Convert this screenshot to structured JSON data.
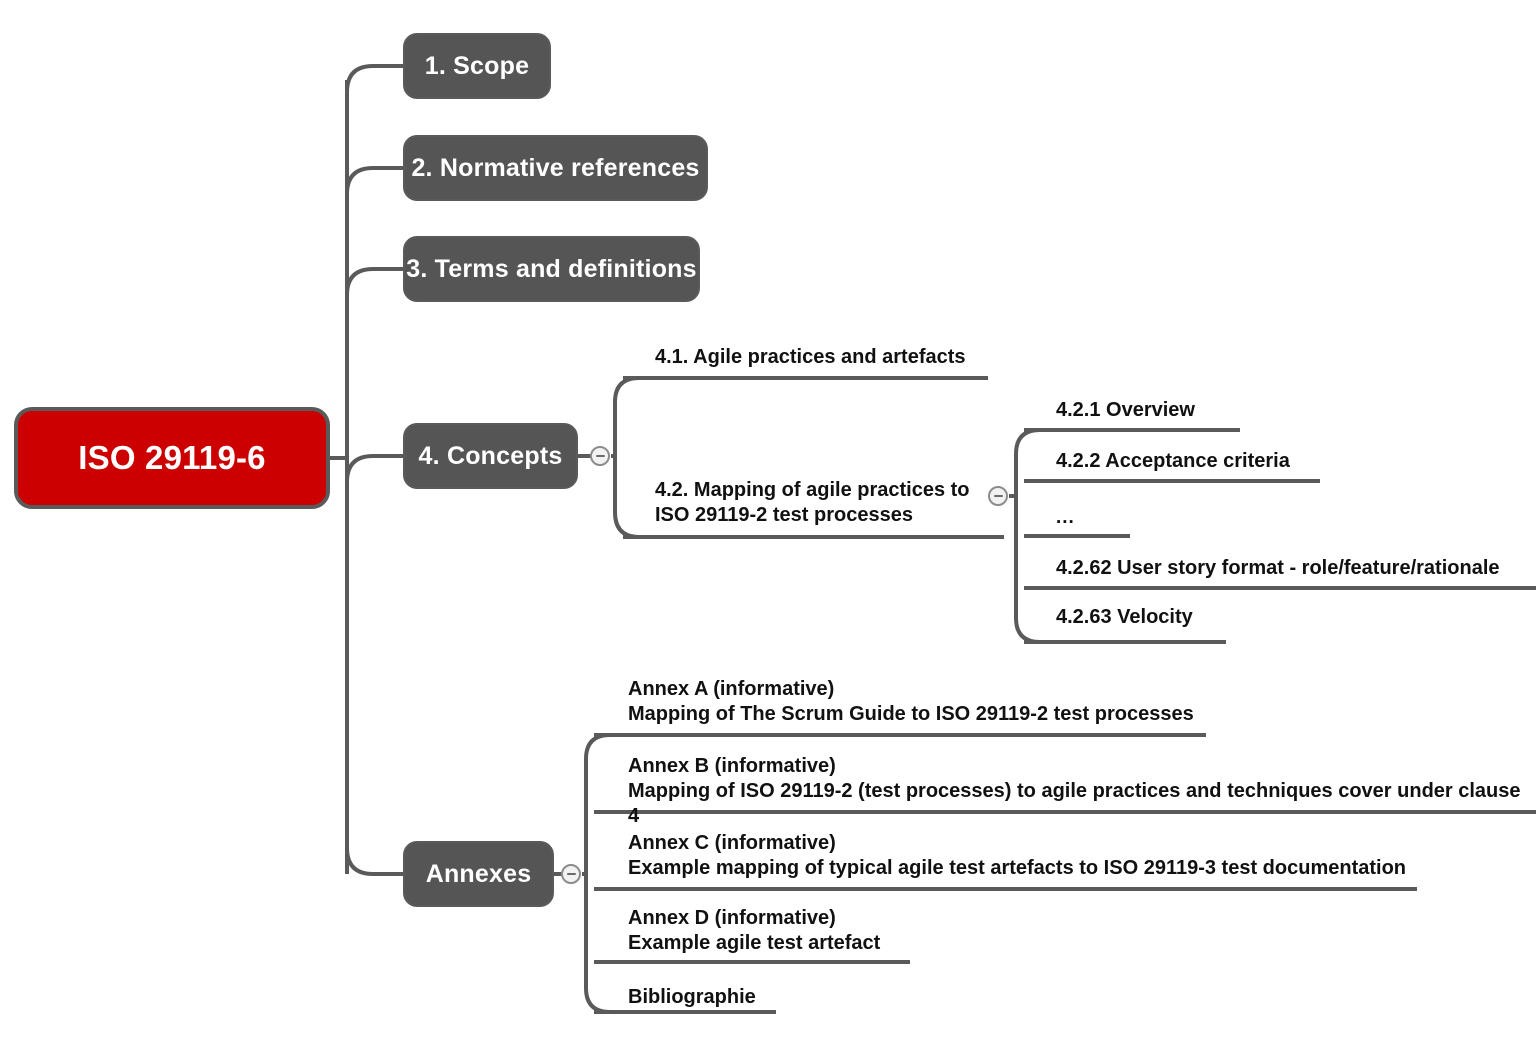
{
  "diagram": {
    "type": "mind-map",
    "title": "ISO 29119-6",
    "background_color": "#ffffff",
    "root_color": "#cc0000",
    "branch_color": "#555555",
    "line_color": "#5a5a5a",
    "leaf_text_color": "#111111"
  },
  "root": {
    "label": "ISO 29119-6"
  },
  "branches": [
    {
      "label": "1. Scope"
    },
    {
      "label": "2. Normative references"
    },
    {
      "label": "3. Terms and definitions"
    },
    {
      "label": "4. Concepts"
    },
    {
      "label": "Annexes"
    }
  ],
  "concepts_children": [
    {
      "label": "4.1. Agile practices and artefacts"
    },
    {
      "label": "4.2. Mapping of agile practices to\nISO 29119-2 test processes"
    }
  ],
  "mapping_children": [
    {
      "label": "4.2.1 Overview"
    },
    {
      "label": "4.2.2 Acceptance criteria"
    },
    {
      "label": "..."
    },
    {
      "label": "4.2.62 User story format - role/feature/rationale"
    },
    {
      "label": "4.2.63 Velocity"
    }
  ],
  "annex_children": [
    {
      "label": "Annex A (informative)\nMapping of The Scrum Guide to ISO 29119-2 test processes"
    },
    {
      "label": "Annex B (informative)\nMapping of ISO 29119-2 (test processes) to agile practices and techniques cover under clause 4"
    },
    {
      "label": "Annex C (informative)\nExample mapping of typical agile test artefacts to ISO 29119-3 test documentation"
    },
    {
      "label": "Annex D (informative)\nExample agile test artefact"
    },
    {
      "label": "Bibliographie"
    }
  ],
  "toggles": {
    "concepts": "minus",
    "mapping": "minus",
    "annexes": "minus"
  }
}
